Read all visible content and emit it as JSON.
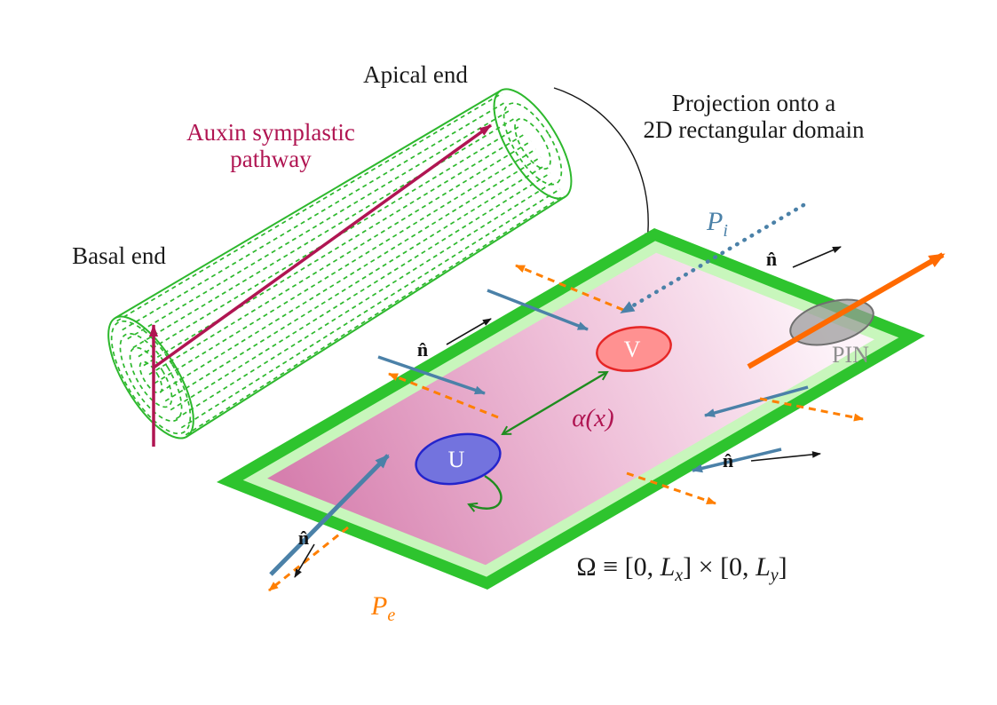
{
  "figure": {
    "cylinder": {
      "apical_label": "Apical end",
      "basal_label": "Basal end",
      "pathway_line1": "Auxin symplastic",
      "pathway_line2": "pathway"
    },
    "projection": {
      "line1": "Projection onto a",
      "line2": "2D rectangular domain"
    },
    "domain": {
      "pi": {
        "base": "P",
        "sub": "i"
      },
      "pe": {
        "base": "P",
        "sub": "e"
      },
      "normal": "n̂",
      "u": "U",
      "v": "V",
      "alpha": "α(x)",
      "pin": "PIN",
      "omega": {
        "pre": "Ω ≡ [0, ",
        "L1": "L",
        "sub1": "x",
        "mid": "] × [0, ",
        "L2": "L",
        "sub2": "y",
        "post": "]"
      }
    },
    "colors": {
      "green": "#2db82d",
      "pale_green": "#c8f6bc",
      "pink_deep": "#d67fae",
      "pink_pale": "#fdf3f9",
      "crimson": "#b01552",
      "steel_blue": "#4b81a8",
      "orange": "#ff7f00",
      "pin_orange": "#ff6a00",
      "dark_green": "#1f8c1f",
      "u_fill": "#7373de",
      "u_stroke": "#2424cc",
      "v_fill": "#ff9191",
      "v_stroke": "#e62626",
      "gray": "#8f8f8f"
    }
  }
}
